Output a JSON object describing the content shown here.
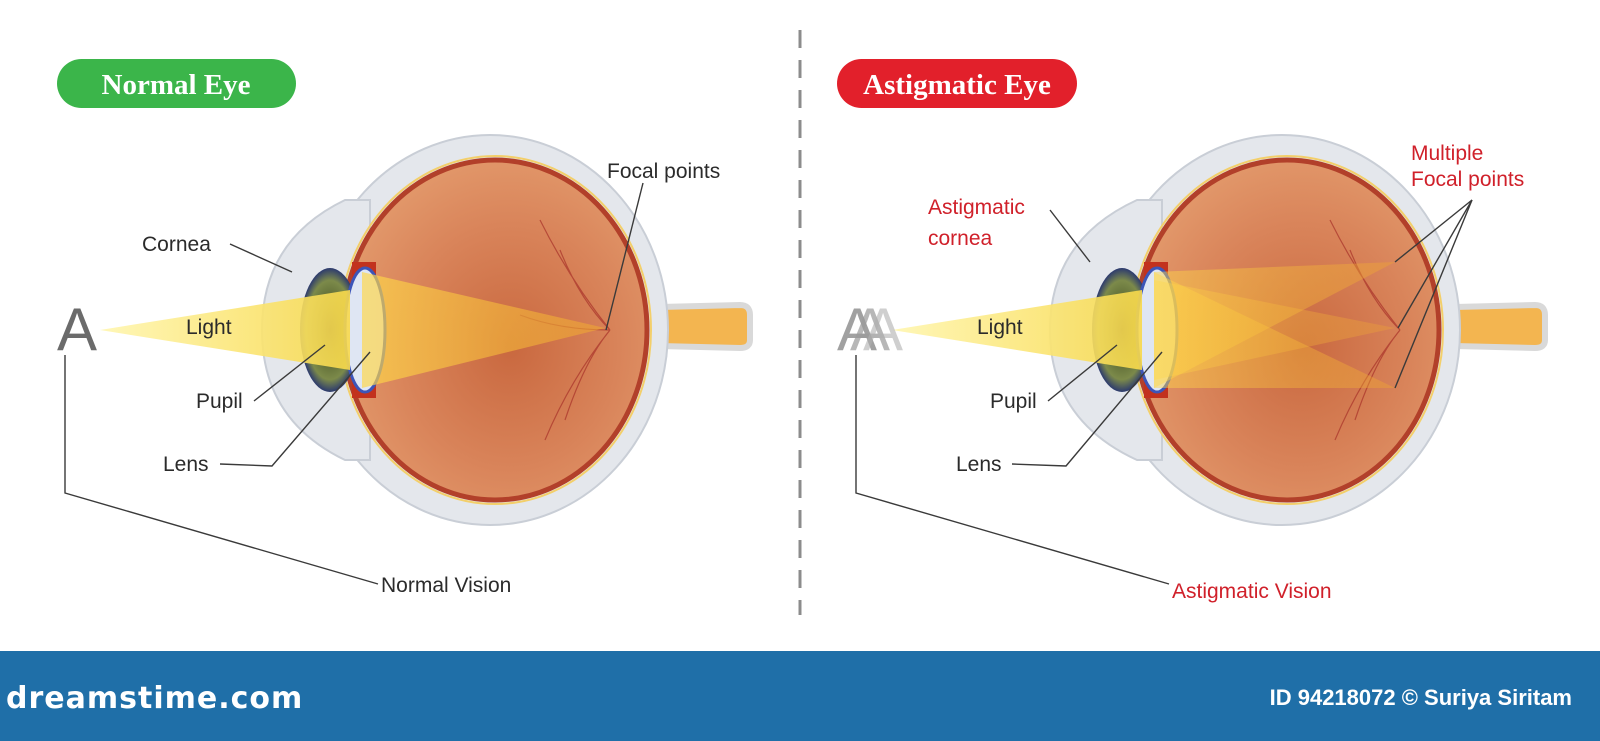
{
  "left_panel": {
    "title": "Normal Eye",
    "title_color": "#3bb54a",
    "letter": "A",
    "labels": {
      "focal": "Focal points",
      "cornea": "Cornea",
      "light": "Light",
      "pupil": "Pupil",
      "lens": "Lens",
      "vision": "Normal Vision"
    }
  },
  "right_panel": {
    "title": "Astigmatic Eye",
    "title_color": "#e2202b",
    "letter": "A",
    "labels": {
      "focal_1": "Multiple",
      "focal_2": "Focal points",
      "cornea_1": "Astigmatic",
      "cornea_2": "cornea",
      "light": "Light",
      "pupil": "Pupil",
      "lens": "Lens",
      "vision": "Astigmatic Vision"
    }
  },
  "footer": {
    "logo": "dreamstime.com",
    "credit": "ID 94218072 © Suriya Siritam"
  }
}
